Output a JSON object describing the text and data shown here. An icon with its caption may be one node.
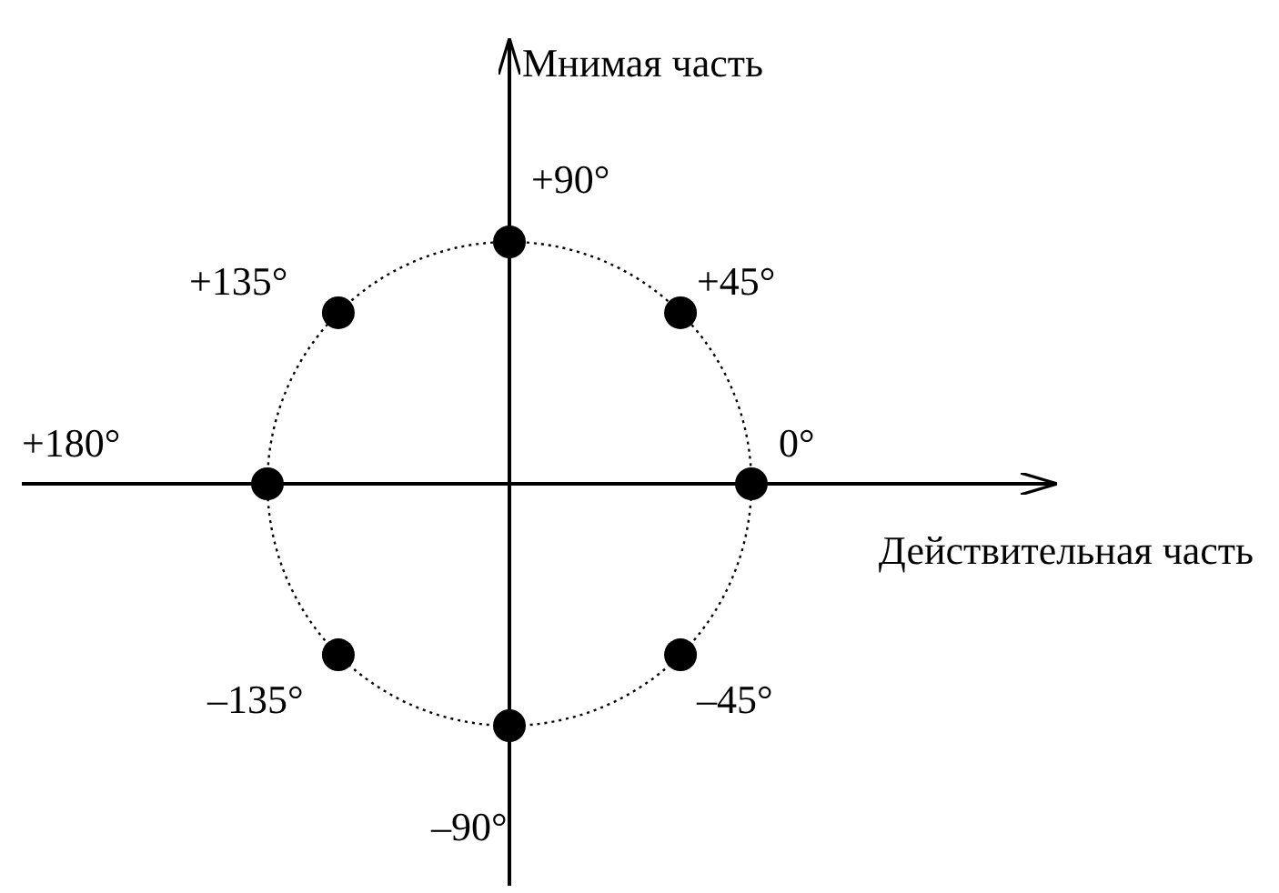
{
  "diagram": {
    "labels": [
      "Мнимая часть",
      "+90°",
      "+135°",
      "+45°",
      "+180°",
      "0°",
      "Действительная часть",
      "–135°",
      "–45°",
      "–90°"
    ]
  }
}
